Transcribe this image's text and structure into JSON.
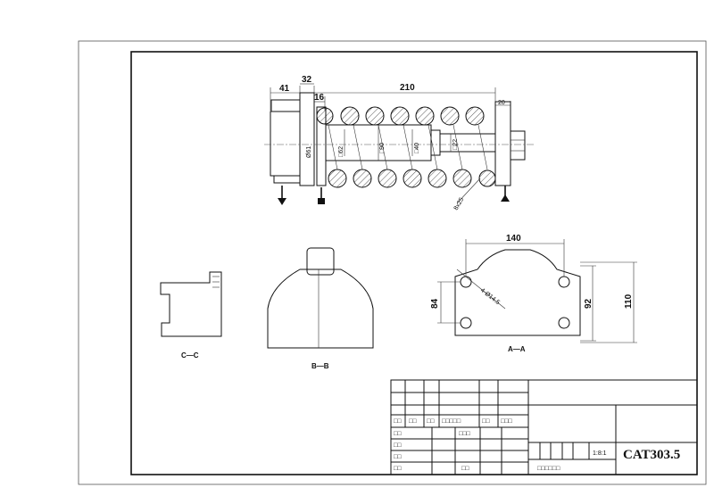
{
  "main_view": {
    "dimensions": {
      "d41": "41",
      "d32": "32",
      "d16": "16",
      "d210": "210",
      "d20": "20",
      "dia61": "Ø61",
      "sq62": "□62",
      "sq90": "□90",
      "sq40": "□40",
      "sq22": "□22",
      "spring": "8x25"
    }
  },
  "section_views": {
    "cc_label": "C—C",
    "bb_label": "B—B",
    "aa_label": "A—A"
  },
  "plate_view": {
    "d140": "140",
    "d84": "84",
    "d92": "92",
    "d110": "110",
    "holes": "4-Ø14.5"
  },
  "title_block": {
    "row_a": [
      "□□",
      "□□",
      "□□",
      "□□□□□",
      "□□",
      "□□□"
    ],
    "row_b": "□□",
    "row_b_mid": "□□□",
    "row_c": "□□",
    "row_d": "□□",
    "row_e": "□□",
    "row_e_mid": "□□",
    "scale": "1:8:1",
    "bottom_right": "□□□□□□",
    "drawing_code": "CAT303.5"
  }
}
